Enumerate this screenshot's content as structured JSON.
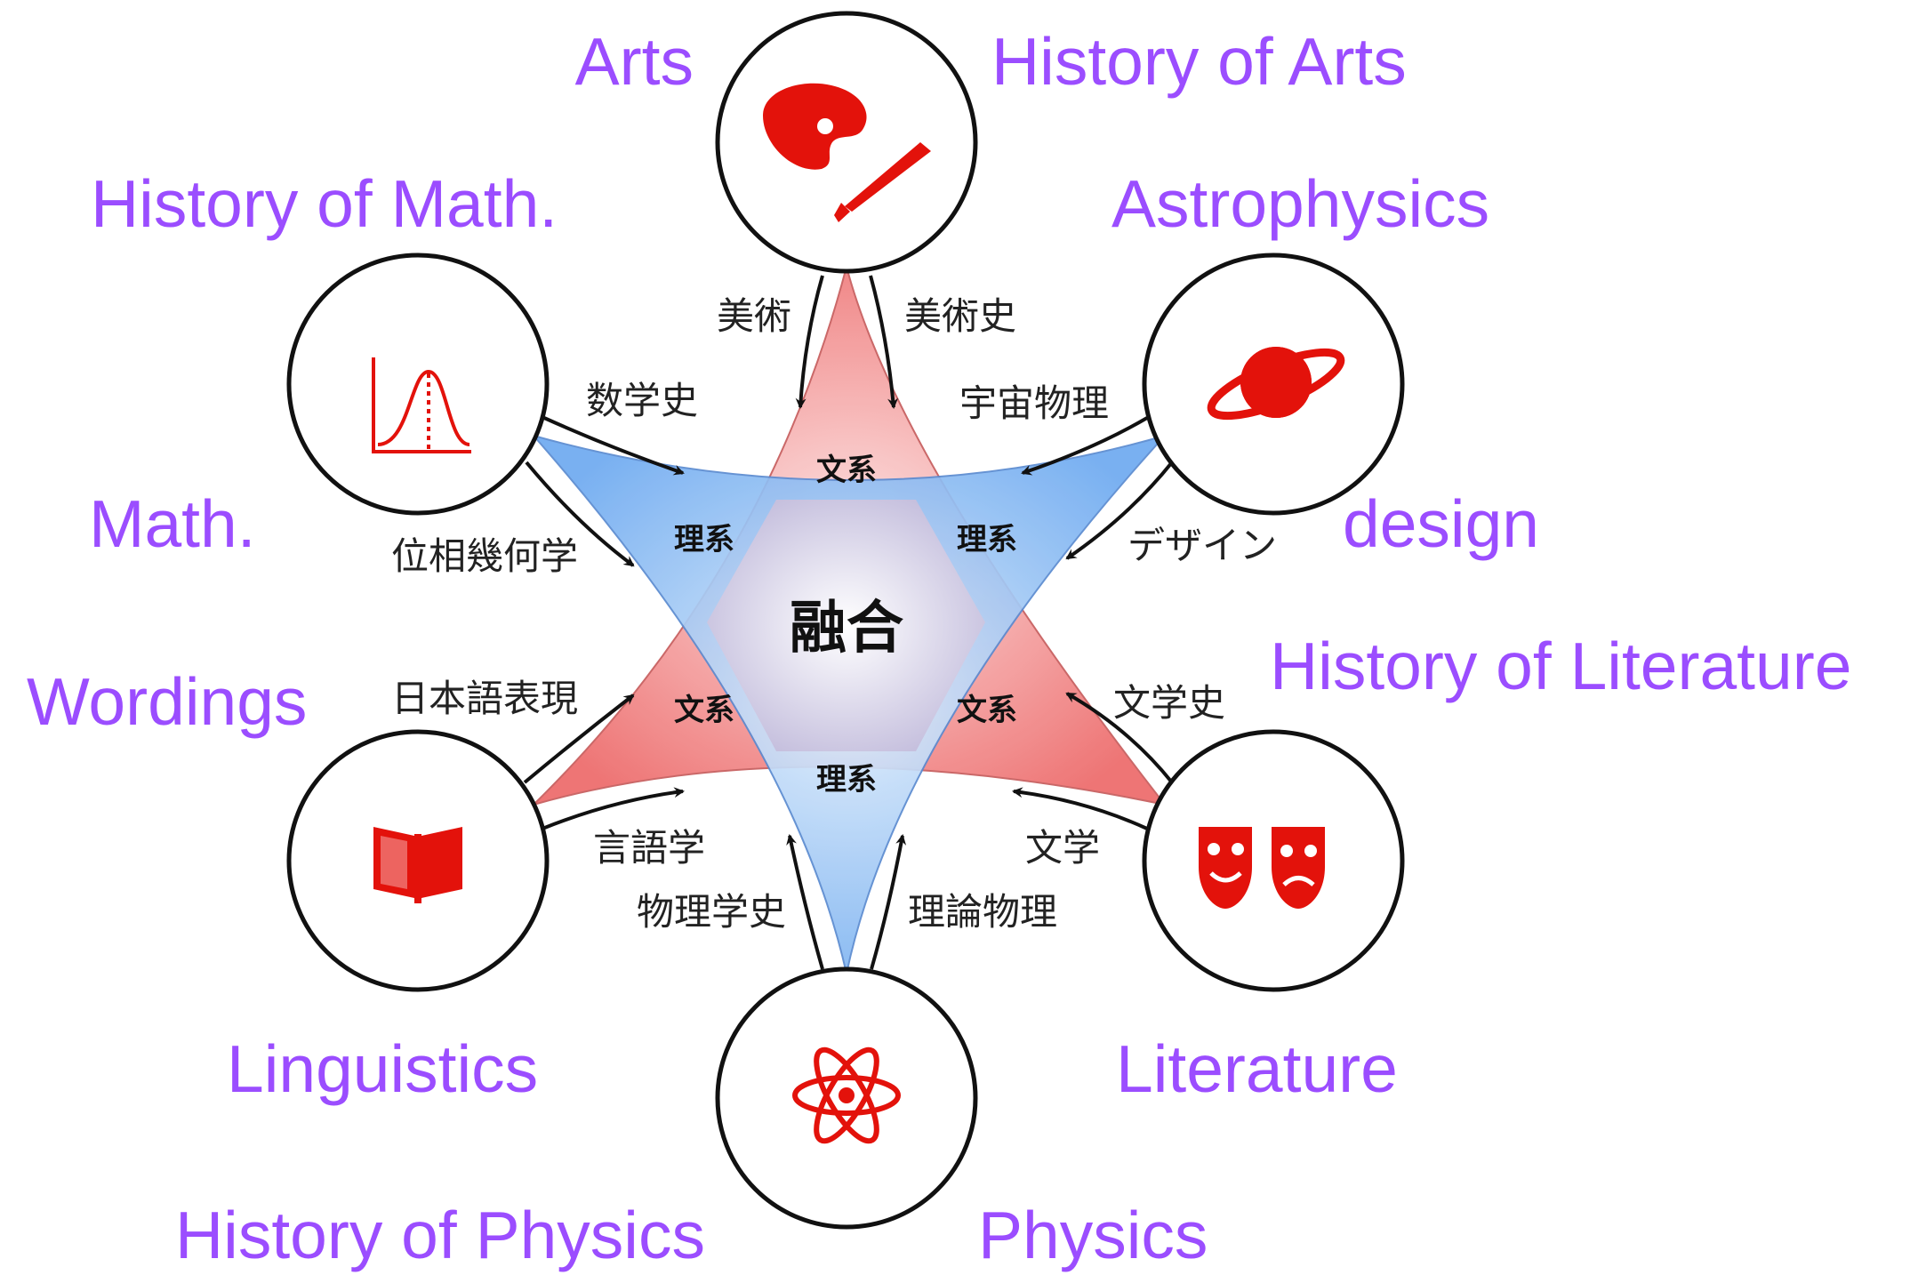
{
  "colors": {
    "english_label": "#9b4dff",
    "icon_red": "#e3120b",
    "humanities_red": "#ee7070",
    "science_blue": "#78b4f0",
    "center": "#c8c4e0",
    "outline": "#111111"
  },
  "center": {
    "label": "融合"
  },
  "zones": {
    "humanities": "文系",
    "science": "理系"
  },
  "nodes": [
    {
      "id": "arts",
      "icon": "palette-brush-icon"
    },
    {
      "id": "astrophysics",
      "icon": "planet-icon"
    },
    {
      "id": "literature",
      "icon": "theater-masks-icon"
    },
    {
      "id": "physics",
      "icon": "atom-icon"
    },
    {
      "id": "linguistics",
      "icon": "book-icon"
    },
    {
      "id": "math",
      "icon": "bell-curve-icon"
    }
  ],
  "japanese_labels": {
    "bijutsu": "美術",
    "bijutsushi": "美術史",
    "uchu_butsuri": "宇宙物理",
    "design": "デザイン",
    "bungakushi": "文学史",
    "bungaku": "文学",
    "riron_butsuri": "理論物理",
    "butsuri_gakushi": "物理学史",
    "gengogaku": "言語学",
    "nihongo_hyogen": "日本語表現",
    "isou_kikagaku": "位相幾何学",
    "sugakushi": "数学史"
  },
  "english_labels": {
    "arts": "Arts",
    "history_of_arts": "History of Arts",
    "history_of_math": "History of Math.",
    "astrophysics": "Astrophysics",
    "math": "Math.",
    "design": "design",
    "history_of_literature": "History of Literature",
    "wordings": "Wordings",
    "linguistics": "Linguistics",
    "literature": "Literature",
    "history_of_physics": "History of Physics",
    "physics": "Physics"
  }
}
